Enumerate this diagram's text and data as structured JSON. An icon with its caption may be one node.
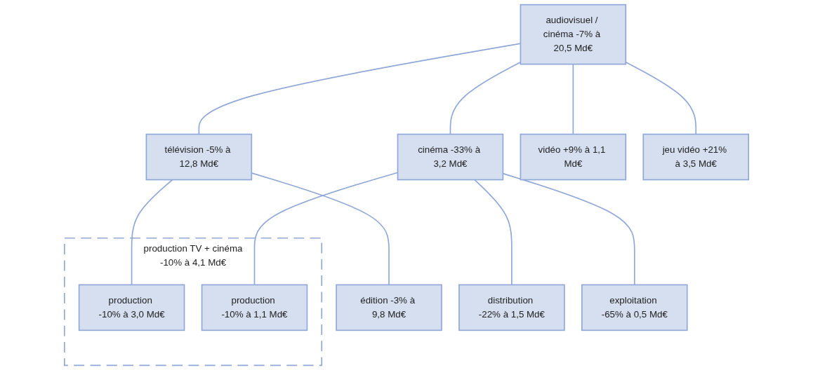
{
  "diagram": {
    "nodes": [
      {
        "text": [
          "audiovisuel / cinéma -7% à 20,5 Md€"
        ]
      },
      {
        "text": [
          "télévision -5% à 12,8 Md€"
        ]
      },
      {
        "text": [
          "cinéma -33% à 3,2 Md€"
        ]
      },
      {
        "text": [
          "vidéo +9% à 1,1 Md€"
        ]
      },
      {
        "text": [
          "jeu vidéo +21% à 3,5 Md€"
        ]
      },
      {
        "text": [
          "production TV + cinéma",
          "-10% à 4,1 Md€"
        ]
      },
      {
        "text": [
          "production -10% à 3,0 Md€"
        ],
        "in": 5
      },
      {
        "text": [
          "production -10% à 1,1 Md€"
        ],
        "in": 5
      },
      {
        "text": [
          "édition -3% à 9,8 Md€"
        ]
      },
      {
        "text": [
          "distribution -22% à 1,5 Md€"
        ]
      },
      {
        "text": [
          "exploitation -65% à 0,5 Md€"
        ]
      }
    ],
    "edges": [
      {
        "from": 0,
        "to": 1,
        "arrow": "none"
      },
      {
        "from": 0,
        "to": 2,
        "arrow": "none"
      },
      {
        "from": 0,
        "to": 3,
        "arrow": "none"
      },
      {
        "from": 0,
        "to": 4,
        "arrow": "none"
      },
      {
        "from": 1,
        "to": 6,
        "arrow": "none"
      },
      {
        "from": 1,
        "to": 8,
        "arrow": "none"
      },
      {
        "from": 2,
        "to": 7,
        "arrow": "none"
      },
      {
        "from": 2,
        "to": 9,
        "arrow": "none"
      },
      {
        "from": 2,
        "to": 10,
        "arrow": "none"
      }
    ]
  }
}
